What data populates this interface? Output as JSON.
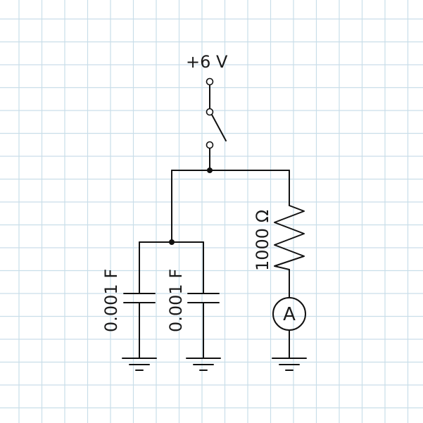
{
  "supply": {
    "label": "+6 V"
  },
  "capacitor_1": {
    "label": "0.001 F"
  },
  "capacitor_2": {
    "label": "0.001 F"
  },
  "resistor": {
    "label": "1000 Ω"
  },
  "ammeter": {
    "symbol": "A"
  },
  "colors": {
    "grid": "#c9dee9",
    "ink": "#111111",
    "paper": "#ffffff"
  }
}
